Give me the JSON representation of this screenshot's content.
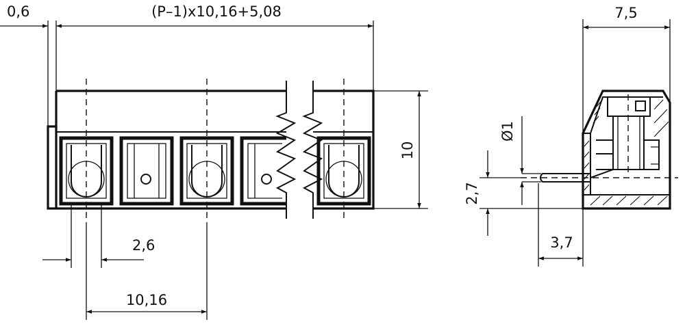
{
  "dimensions": {
    "overhang": "0,6",
    "overall_length": "(P–1)x10,16+5,08",
    "depth": "7,5",
    "height": "10",
    "pin_diameter": "Ø1",
    "pin_offset": "2,7",
    "pin_width": "2,6",
    "pitch": "10,16",
    "pin_length": "3,7"
  }
}
